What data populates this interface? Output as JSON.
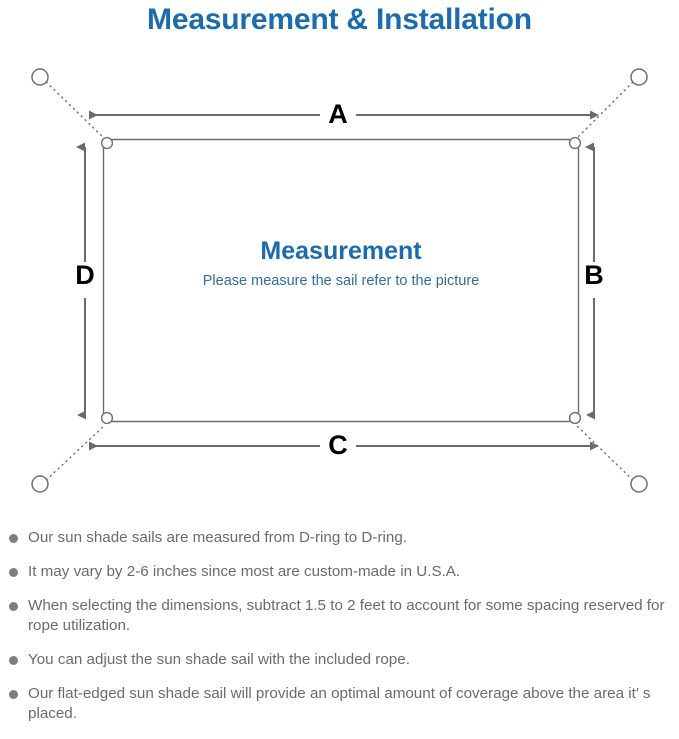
{
  "page": {
    "title": "Measurement & Installation",
    "title_color": "#1b6cae",
    "background": "#ffffff"
  },
  "diagram": {
    "name": "shade-sail-measurement-diagram",
    "sail": {
      "center_title": "Measurement",
      "center_subtitle": "Please measure the sail refer to the picture",
      "title_color": "#1b6cae",
      "subtitle_color": "#2f6e9e",
      "edge_color": "#6f6f6f"
    },
    "dimension_labels": [
      {
        "id": "A",
        "label": "A",
        "position": "top",
        "orientation": "horizontal"
      },
      {
        "id": "B",
        "label": "B",
        "position": "right",
        "orientation": "vertical"
      },
      {
        "id": "C",
        "label": "C",
        "position": "bottom",
        "orientation": "horizontal"
      },
      {
        "id": "D",
        "label": "D",
        "position": "left",
        "orientation": "vertical"
      }
    ],
    "anchor_points": [
      {
        "id": "top-left",
        "shape": "circle"
      },
      {
        "id": "top-right",
        "shape": "circle"
      },
      {
        "id": "bottom-left",
        "shape": "circle"
      },
      {
        "id": "bottom-right",
        "shape": "circle"
      }
    ],
    "d_rings": [
      {
        "id": "d-ring-top-left"
      },
      {
        "id": "d-ring-top-right"
      },
      {
        "id": "d-ring-bottom-left"
      },
      {
        "id": "d-ring-bottom-right"
      }
    ],
    "rope_style": "dotted",
    "arrow_color": "#6b6b6b",
    "label_color": "#000000"
  },
  "notes": {
    "bullet_color": "#7d7d7d",
    "text_color": "#6b6b6b",
    "items": [
      "Our sun shade sails are measured from D-ring to D-ring.",
      "It may vary by 2-6 inches since most are custom-made in U.S.A.",
      "When selecting the dimensions, subtract 1.5 to 2 feet to account for some spacing reserved for rope utilization.",
      "You can adjust the sun shade sail with the included rope.",
      "Our flat-edged sun shade sail will provide an optimal amount of coverage above the area it′ s placed."
    ]
  }
}
